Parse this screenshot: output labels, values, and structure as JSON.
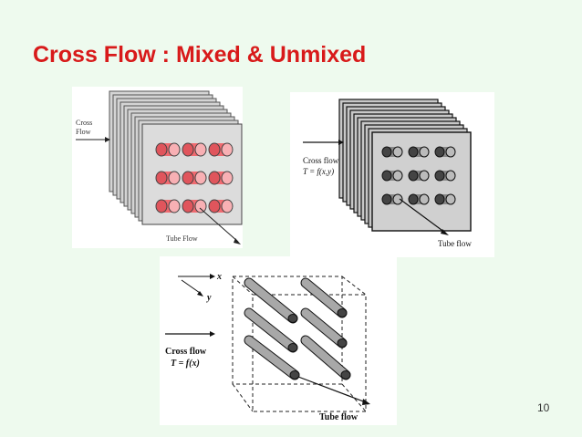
{
  "slide": {
    "title": "Cross Flow : Mixed & Unmixed",
    "number": "10"
  },
  "figures": {
    "mixed_colored": {
      "cross_flow_label_line1": "Cross",
      "cross_flow_label_line2": "Flow",
      "tube_flow_label": "Tube Flow",
      "tube_color": "#f06a70"
    },
    "unmixed_bw": {
      "cross_flow_label": "Cross flow",
      "temperature_label": "T = f(x,y)",
      "tube_flow_label": "Tube flow"
    },
    "mixed_bw": {
      "axis_x_label": "x",
      "axis_y_label": "y",
      "cross_flow_label": "Cross flow",
      "temperature_label": "T = f(x)",
      "tube_flow_label": "Tube flow"
    }
  },
  "colors": {
    "title": "#d81a1a",
    "background": "#eefaee"
  }
}
